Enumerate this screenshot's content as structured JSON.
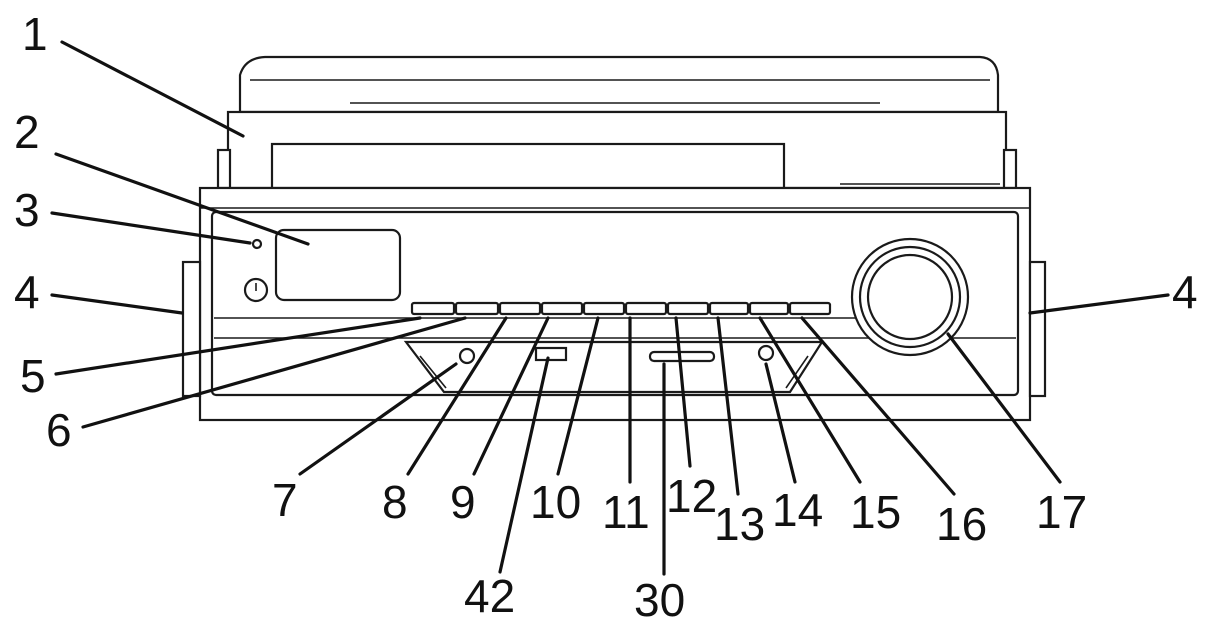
{
  "callouts": [
    {
      "id": "1",
      "label": "1"
    },
    {
      "id": "2",
      "label": "2"
    },
    {
      "id": "3",
      "label": "3"
    },
    {
      "id": "4-left",
      "label": "4"
    },
    {
      "id": "4-right",
      "label": "4"
    },
    {
      "id": "5",
      "label": "5"
    },
    {
      "id": "6",
      "label": "6"
    },
    {
      "id": "7",
      "label": "7"
    },
    {
      "id": "8",
      "label": "8"
    },
    {
      "id": "9",
      "label": "9"
    },
    {
      "id": "10",
      "label": "10"
    },
    {
      "id": "11",
      "label": "11"
    },
    {
      "id": "12",
      "label": "12"
    },
    {
      "id": "13",
      "label": "13"
    },
    {
      "id": "14",
      "label": "14"
    },
    {
      "id": "15",
      "label": "15"
    },
    {
      "id": "16",
      "label": "16"
    },
    {
      "id": "17",
      "label": "17"
    },
    {
      "id": "42",
      "label": "42"
    },
    {
      "id": "30",
      "label": "30"
    }
  ],
  "colors": {
    "line": "#1a1a1a",
    "background": "#ffffff"
  }
}
